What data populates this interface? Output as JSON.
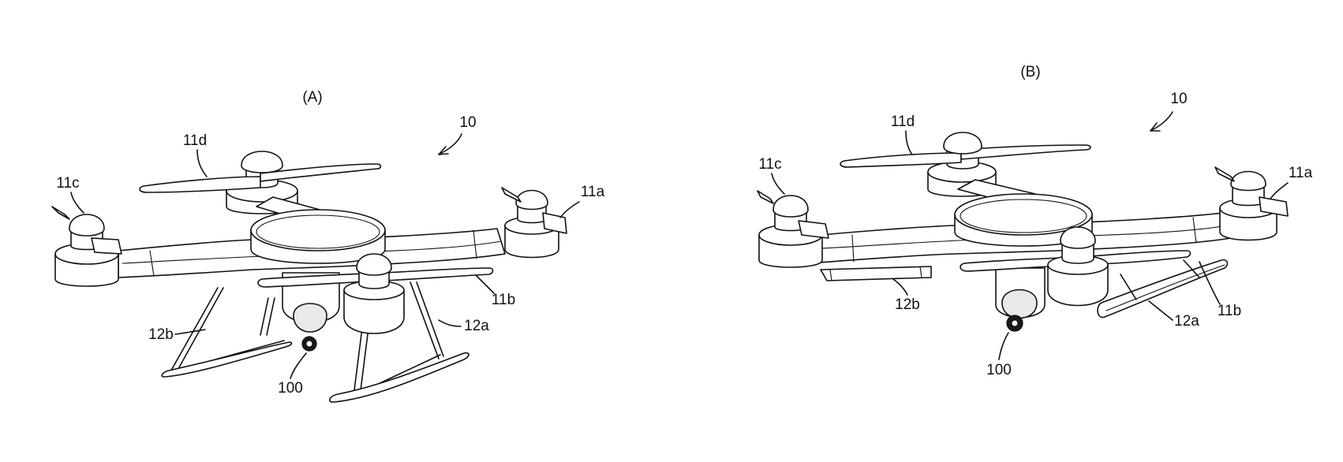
{
  "figure": {
    "panel_a": {
      "title": "(A)",
      "labels": {
        "drone": "10",
        "rotor_a": "11a",
        "rotor_b": "11b",
        "rotor_c": "11c",
        "rotor_d": "11d",
        "leg_a": "12a",
        "leg_b": "12b",
        "camera": "100"
      }
    },
    "panel_b": {
      "title": "(B)",
      "labels": {
        "drone": "10",
        "rotor_a": "11a",
        "rotor_b": "11b",
        "rotor_c": "11c",
        "rotor_d": "11d",
        "leg_a": "12a",
        "leg_b": "12b",
        "camera": "100"
      }
    }
  }
}
